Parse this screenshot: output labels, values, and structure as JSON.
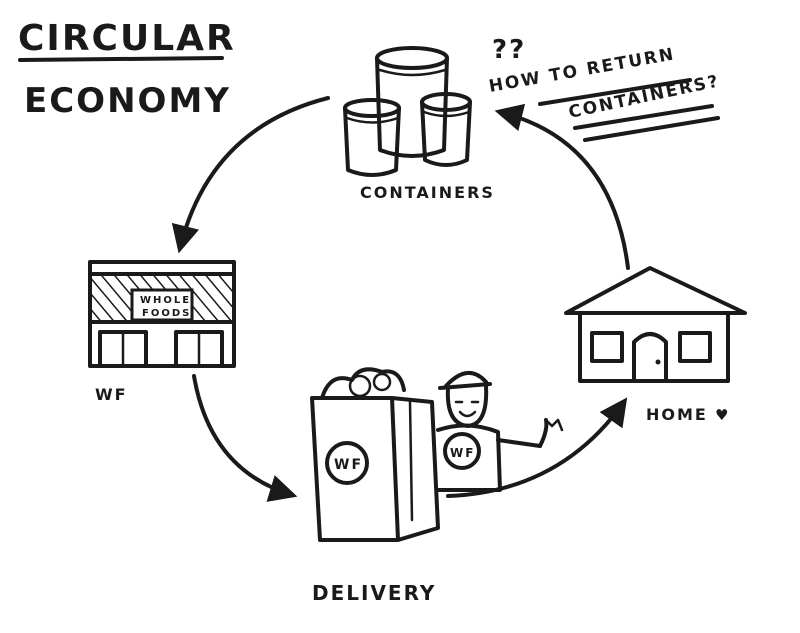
{
  "title": {
    "line1": "CIRCULAR",
    "line2": "ECONOMY"
  },
  "nodes": {
    "containers": "CONTAINERS",
    "store": "WF",
    "delivery": "DELIVERY",
    "home": "HOME",
    "home_heart": "♥"
  },
  "store_sign": {
    "line1": "WHOLE",
    "line2": "FOODS"
  },
  "logos": {
    "bag": "WF",
    "shirt": "WF"
  },
  "question": {
    "marks": "??",
    "line1": "HOW TO RETURN",
    "line2": "CONTAINERS?"
  },
  "colors": {
    "ink": "#1a1a1a",
    "paper": "#ffffff"
  }
}
